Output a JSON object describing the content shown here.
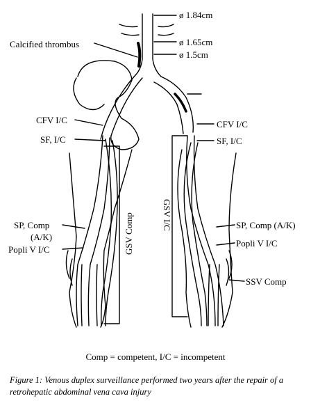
{
  "diameters": [
    "ø 1.84cm",
    "ø 1.65cm",
    "ø 1.5cm"
  ],
  "labels_left": {
    "calcified_thrombus": "Calcified thrombus",
    "cfv": "CFV I/C",
    "sf": "SF, I/C",
    "sp_line1": "SP, Comp",
    "sp_line2": "(A/K)",
    "popli": "Popli V I/C"
  },
  "labels_right": {
    "cfv": "CFV I/C",
    "sf": "SF, I/C",
    "sp": "SP, Comp (A/K)",
    "popli": "Popli V I/C",
    "ssv": "SSV Comp"
  },
  "vertical": {
    "left_gsv": "GSV Comp",
    "right_gsv": "GSV I/C"
  },
  "legend": "Comp = competent, I/C = incompetent",
  "caption": "Figure 1: Venous duplex surveillance performed two years after the repair of a retrohepatic abdominal vena cava injury"
}
